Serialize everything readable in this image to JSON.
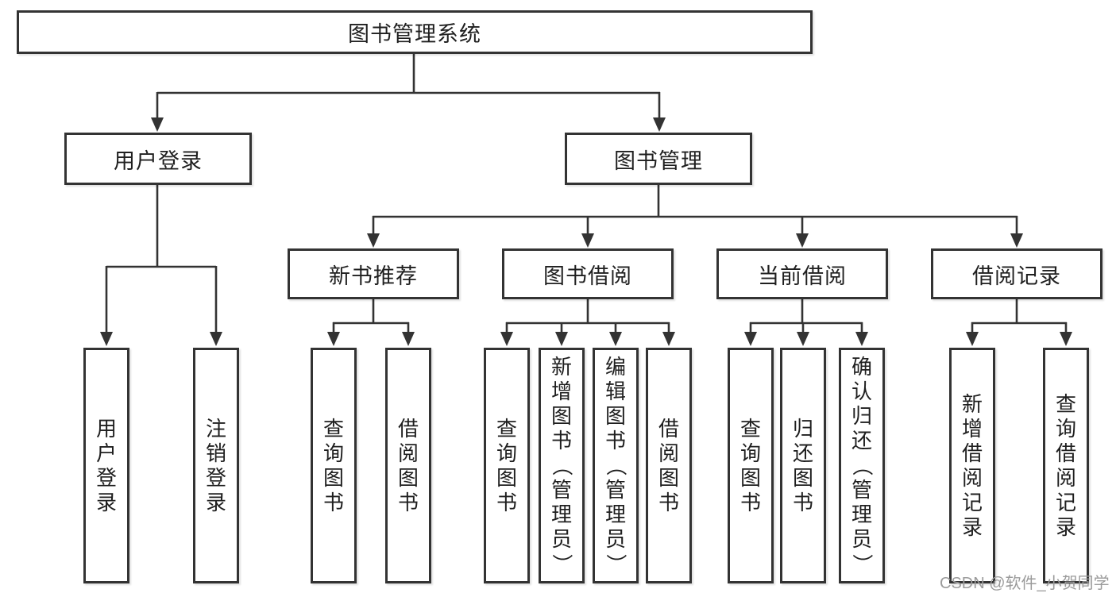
{
  "diagram": {
    "title": "图书管理系统",
    "nodes": {
      "root": {
        "label": "图书管理系统"
      },
      "branches": [
        {
          "label": "用户登录"
        },
        {
          "label": "图书管理"
        }
      ],
      "modules": [
        {
          "label": "新书推荐"
        },
        {
          "label": "图书借阅"
        },
        {
          "label": "当前借阅"
        },
        {
          "label": "借阅记录"
        }
      ],
      "leaves": [
        {
          "label": "用户登录",
          "parent": "用户登录"
        },
        {
          "label": "注销登录",
          "parent": "用户登录"
        },
        {
          "label": "查询图书",
          "parent": "新书推荐"
        },
        {
          "label": "借阅图书",
          "parent": "新书推荐"
        },
        {
          "label": "查询图书",
          "parent": "图书借阅"
        },
        {
          "label": "新增图书（管理员）",
          "parent": "图书借阅"
        },
        {
          "label": "编辑图书（管理员）",
          "parent": "图书借阅"
        },
        {
          "label": "借阅图书",
          "parent": "图书借阅"
        },
        {
          "label": "查询图书",
          "parent": "当前借阅"
        },
        {
          "label": "归还图书",
          "parent": "当前借阅"
        },
        {
          "label": "确认归还（管理员）",
          "parent": "当前借阅"
        },
        {
          "label": "新增借阅记录",
          "parent": "借阅记录"
        },
        {
          "label": "查询借阅记录",
          "parent": "借阅记录"
        }
      ]
    }
  },
  "watermark": "CSDN @软件_小贺同学",
  "colors": {
    "line": "#333333",
    "text": "#1f1f1f",
    "watermark_text": "#9b9b9b",
    "background": "#ffffff"
  }
}
